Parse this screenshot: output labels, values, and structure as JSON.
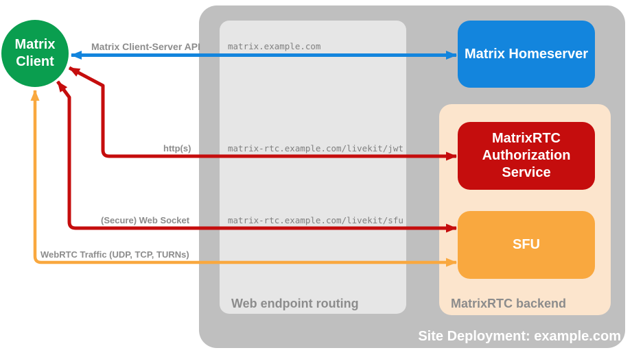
{
  "diagram": {
    "client": {
      "label": "Matrix Client",
      "color": "#0a9e4f"
    },
    "homeserver": {
      "label": "Matrix Homeserver",
      "color": "#1385dd"
    },
    "auth_service": {
      "label": "MatrixRTC Authorization Service",
      "color": "#c50d0d"
    },
    "sfu": {
      "label": "SFU",
      "color": "#f9a83f"
    },
    "site_container": {
      "label": "Site Deployment: example.com",
      "color": "#bfbfbf"
    },
    "routing_container": {
      "label": "Web endpoint routing",
      "color": "#e6e6e6"
    },
    "backend_container": {
      "label": "MatrixRTC backend",
      "color": "#fce5cd"
    },
    "endpoints": {
      "homeserver_route": "matrix.example.com",
      "jwt_route": "matrix-rtc.example.com/livekit/jwt",
      "sfu_route": "matrix-rtc.example.com/livekit/sfu"
    },
    "arrows": {
      "client_server_api": {
        "label": "Matrix Client-Server API",
        "color": "#1385dd"
      },
      "https": {
        "label": "http(s)",
        "color": "#c50d0d"
      },
      "websocket": {
        "label": "(Secure) Web Socket",
        "color": "#c50d0d"
      },
      "webrtc": {
        "label": "WebRTC Traffic (UDP, TCP, TURNs)",
        "color": "#f9a83f"
      }
    }
  }
}
